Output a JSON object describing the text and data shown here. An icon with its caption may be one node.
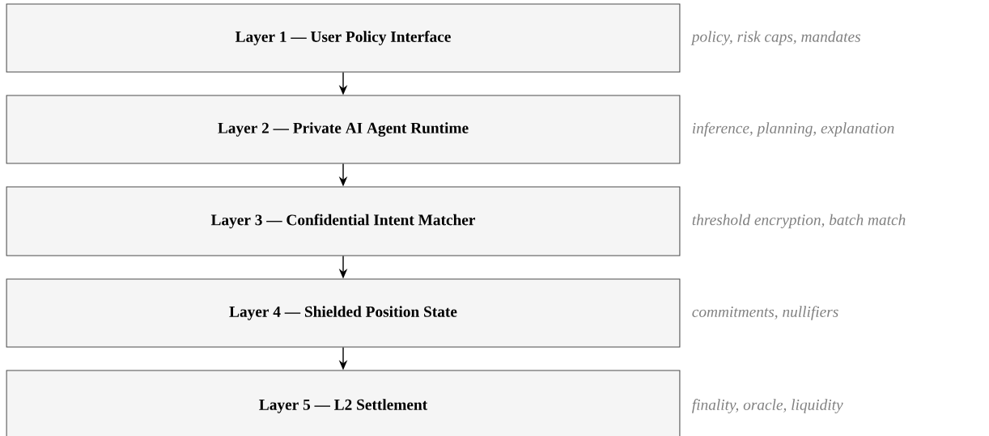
{
  "diagram": {
    "nodes": [
      {
        "text": [
          "Layer 1 — User Policy Interface"
        ],
        "beside": [
          "policy, risk caps, mandates"
        ]
      },
      {
        "text": [
          "Layer 2 — Private AI Agent Runtime"
        ],
        "beside": [
          "inference, planning, explanation"
        ]
      },
      {
        "text": [
          "Layer 3 — Confidential Intent Matcher"
        ],
        "beside": [
          "threshold encryption, batch match"
        ]
      },
      {
        "text": [
          "Layer 4 — Shielded Position State"
        ],
        "beside": [
          "commitments, nullifiers"
        ]
      },
      {
        "text": [
          "Layer 5 — L2 Settlement"
        ],
        "beside": [
          "finality, oracle, liquidity"
        ]
      }
    ],
    "edges": [
      {
        "from": 0,
        "to": 1,
        "arrow": "to"
      },
      {
        "from": 1,
        "to": 2,
        "arrow": "to"
      },
      {
        "from": 2,
        "to": 3,
        "arrow": "to"
      },
      {
        "from": 3,
        "to": 4,
        "arrow": "to"
      }
    ]
  }
}
